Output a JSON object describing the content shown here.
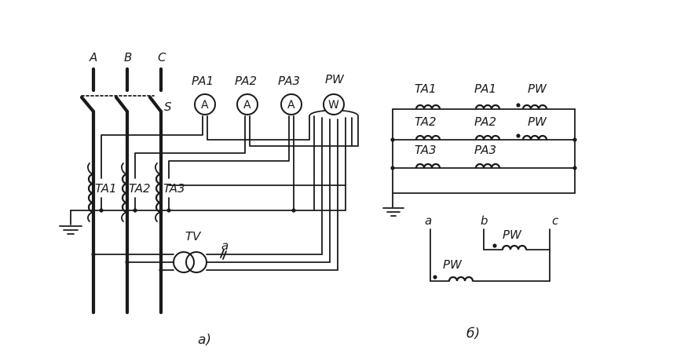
{
  "diagram_a": {
    "phases": [
      "A",
      "B",
      "C"
    ],
    "switch": "S",
    "ammeters": [
      {
        "name": "PA1",
        "symbol": "A"
      },
      {
        "name": "PA2",
        "symbol": "A"
      },
      {
        "name": "PA3",
        "symbol": "A"
      }
    ],
    "wattmeter": {
      "name": "PW",
      "symbol": "W"
    },
    "current_transformers": [
      "TA1",
      "TA2",
      "TA3"
    ],
    "voltage_transformer": "TV",
    "terminal": "a",
    "caption": "а)"
  },
  "diagram_b": {
    "rows": [
      {
        "ct": "TA1",
        "ammeter": "PA1",
        "wattmeter": "PW"
      },
      {
        "ct": "TA2",
        "ammeter": "PA2",
        "wattmeter": "PW"
      },
      {
        "ct": "TA3",
        "ammeter": "PA3"
      }
    ],
    "voltage_terminals": [
      "a",
      "b",
      "c"
    ],
    "voltage_coils": [
      "PW",
      "PW"
    ],
    "caption": "б)"
  }
}
